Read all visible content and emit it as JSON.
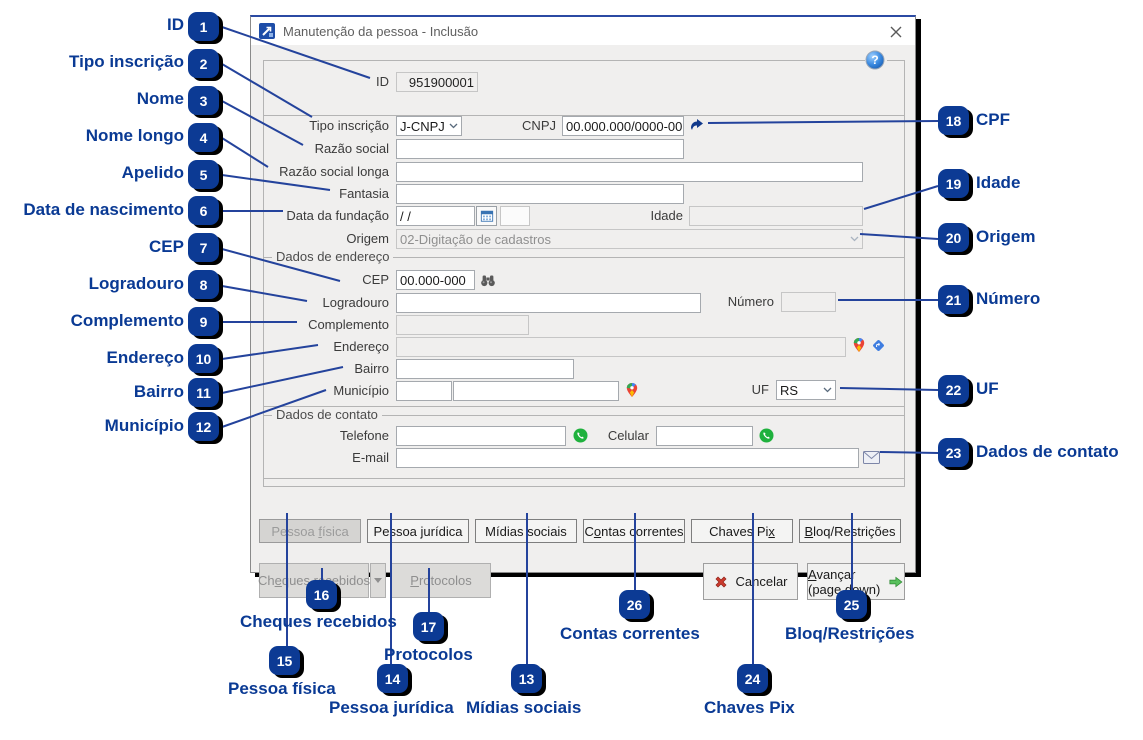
{
  "window": {
    "title": "Manutenção da pessoa - Inclusão"
  },
  "icons": {
    "help": "?"
  },
  "form": {
    "id_label": "ID",
    "id_value": "951900001",
    "tipo_label": "Tipo inscrição",
    "tipo_value": "J-CNPJ",
    "cnpj_label": "CNPJ",
    "cnpj_value": "00.000.000/0000-00",
    "razao_label": "Razão social",
    "razao_value": "",
    "razao_longa_label": "Razão social longa",
    "razao_longa_value": "",
    "fantasia_label": "Fantasia",
    "fantasia_value": "",
    "fundacao_label": "Data da fundação",
    "fundacao_value": "/ /",
    "idade_label": "Idade",
    "idade_value": "",
    "origem_label": "Origem",
    "origem_value": "02-Digitação de cadastros",
    "endereco_group": "Dados de endereço",
    "cep_label": "CEP",
    "cep_value": "00.000-000",
    "logradouro_label": "Logradouro",
    "logradouro_value": "",
    "numero_label": "Número",
    "numero_value": "",
    "complemento_label": "Complemento",
    "complemento_value": "",
    "endereco_label": "Endereço",
    "endereco_value": "",
    "bairro_label": "Bairro",
    "bairro_value": "",
    "municipio_label": "Município",
    "municipio_code": "",
    "municipio_name": "",
    "uf_label": "UF",
    "uf_value": "RS",
    "contato_group": "Dados de contato",
    "telefone_label": "Telefone",
    "telefone_value": "",
    "celular_label": "Celular",
    "celular_value": "",
    "email_label": "E-mail",
    "email_value": ""
  },
  "tabs": [
    {
      "pre": "Pessoa ",
      "key": "f",
      "post": "ísica"
    },
    {
      "pre": "Pessoa ",
      "key": "j",
      "post": "urídica"
    },
    {
      "pre": "Mídias sociais",
      "key": "",
      "post": ""
    },
    {
      "pre": "C",
      "key": "o",
      "post": "ntas correntes"
    },
    {
      "pre": "Chaves Pi",
      "key": "x",
      "post": ""
    },
    {
      "pre": "",
      "key": "B",
      "post": "loq/Restrições"
    }
  ],
  "actions": {
    "cheques": {
      "pre": "Ch",
      "key": "e",
      "post": "ques recebidos"
    },
    "protocolos": {
      "pre": "",
      "key": "P",
      "post": "rotocolos"
    },
    "cancelar": "Cancelar",
    "avancar": {
      "pre": "",
      "key": "A",
      "post": "vançar",
      "line2": "(page down)"
    }
  },
  "annotations": {
    "left": [
      {
        "n": "1",
        "label": "ID"
      },
      {
        "n": "2",
        "label": "Tipo inscrição"
      },
      {
        "n": "3",
        "label": "Nome"
      },
      {
        "n": "4",
        "label": "Nome longo"
      },
      {
        "n": "5",
        "label": "Apelido"
      },
      {
        "n": "6",
        "label": "Data de nascimento"
      },
      {
        "n": "7",
        "label": "CEP"
      },
      {
        "n": "8",
        "label": "Logradouro"
      },
      {
        "n": "9",
        "label": "Complemento"
      },
      {
        "n": "10",
        "label": "Endereço"
      },
      {
        "n": "11",
        "label": "Bairro"
      },
      {
        "n": "12",
        "label": "Município"
      }
    ],
    "right": [
      {
        "n": "18",
        "label": "CPF"
      },
      {
        "n": "19",
        "label": "Idade"
      },
      {
        "n": "20",
        "label": "Origem"
      },
      {
        "n": "21",
        "label": "Número"
      },
      {
        "n": "22",
        "label": "UF"
      },
      {
        "n": "23",
        "label": "Dados de contato"
      }
    ],
    "bottom": [
      {
        "n": "16",
        "label": "Cheques recebidos"
      },
      {
        "n": "17",
        "label": "Protocolos"
      },
      {
        "n": "15",
        "label": "Pessoa física"
      },
      {
        "n": "14",
        "label": "Pessoa jurídica"
      },
      {
        "n": "13",
        "label": "Mídias sociais"
      },
      {
        "n": "26",
        "label": "Contas correntes"
      },
      {
        "n": "24",
        "label": "Chaves Pix"
      },
      {
        "n": "25",
        "label": "Bloq/Restrições"
      }
    ]
  },
  "colors": {
    "annotation_navy": "#0c3a94",
    "line_navy": "#24439c",
    "title_border": "#2b4aa3",
    "whatsapp_green": "#1fb13d",
    "cancel_red": "#cc3b2e",
    "advance_green": "#58c05c"
  }
}
